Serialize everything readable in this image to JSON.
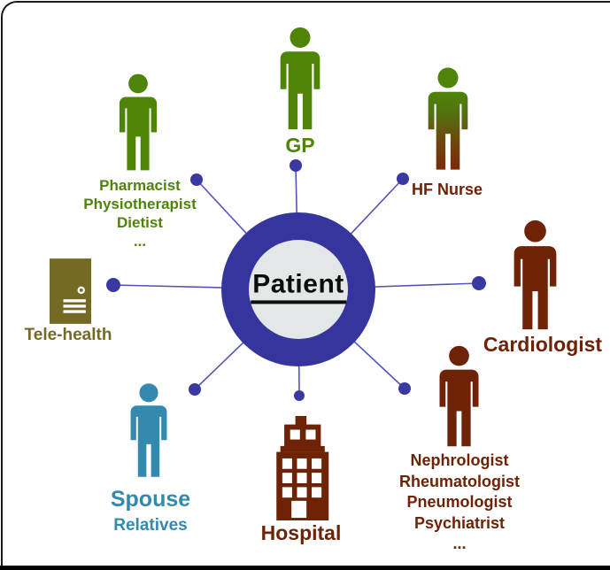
{
  "diagram": {
    "center": {
      "label": "Patient"
    },
    "nodes": {
      "gp": {
        "label": "GP"
      },
      "allied": {
        "lines": [
          "Pharmacist",
          "Physiotherapist",
          "Dietist",
          "..."
        ]
      },
      "hf_nurse": {
        "label": "HF Nurse"
      },
      "cardiologist": {
        "label": "Cardiologist"
      },
      "specialists": {
        "lines": [
          "Nephrologist",
          "Rheumatologist",
          "Pneumologist",
          "Psychiatrist",
          "..."
        ]
      },
      "hospital": {
        "label": "Hospital"
      },
      "family": {
        "spouse": "Spouse",
        "relatives": "Relatives"
      },
      "telehealth": {
        "label": "Tele-health"
      }
    },
    "colors": {
      "green": "#4e8408",
      "maroon": "#6e2206",
      "teal": "#3389ae",
      "olive": "#756a24",
      "ring": "#36359e",
      "ring_inner": "#e3e7e7",
      "line": "#5454b8",
      "dot": "#3a39a4"
    }
  }
}
